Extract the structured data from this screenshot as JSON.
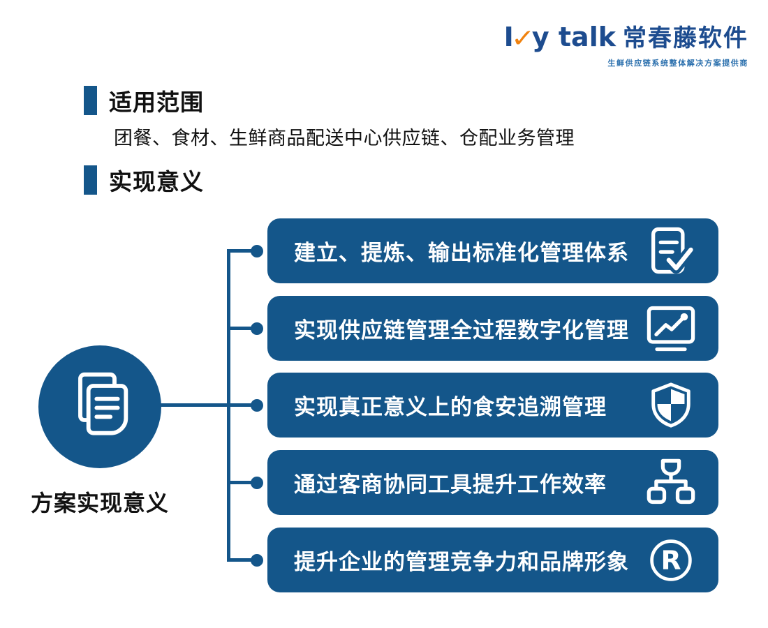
{
  "logo": {
    "latin_prefix": "I",
    "checkmark": "✓",
    "latin_suffix": "y talk",
    "brand_cn": "常春藤软件",
    "tagline": "生鲜供应链系统整体解决方案提供商",
    "colors": {
      "navy": "#1d4c8f",
      "orange": "#f0820f",
      "tagline_blue": "#2a6fad"
    }
  },
  "sections": {
    "scope": {
      "title": "适用范围",
      "body": "团餐、食材、生鲜商品配送中心供应链、仓配业务管理"
    },
    "significance": {
      "title": "实现意义"
    }
  },
  "diagram": {
    "hub": {
      "label": "方案实现意义",
      "icon": "documents-icon"
    },
    "items": [
      {
        "label": "建立、提炼、输出标准化管理体系",
        "icon": "document-check-icon"
      },
      {
        "label": "实现供应链管理全过程数字化管理",
        "icon": "monitor-chart-icon"
      },
      {
        "label": "实现真正意义上的食安追溯管理",
        "icon": "shield-check-icon"
      },
      {
        "label": "通过客商协同工具提升工作效率",
        "icon": "org-chart-icon"
      },
      {
        "label": "提升企业的管理竞争力和品牌形象",
        "icon": "registered-trademark-icon"
      }
    ],
    "colors": {
      "primary_blue": "#14568a",
      "box_text": "#ffffff"
    }
  }
}
